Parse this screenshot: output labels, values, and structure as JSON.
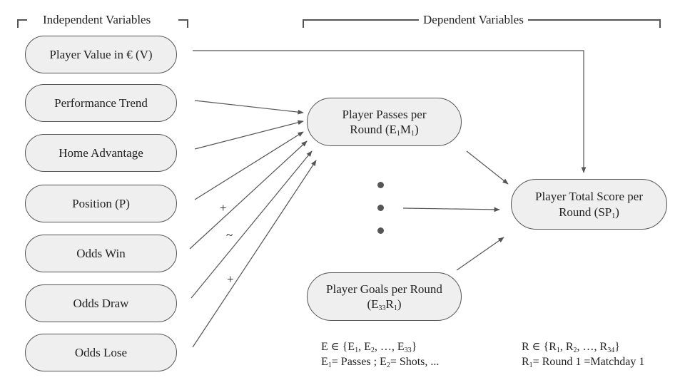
{
  "headers": {
    "independent": "Independent Variables",
    "dependent": "Dependent Variables"
  },
  "independent_variables": [
    "Player Value in € (V)",
    "Performance Trend",
    "Home Advantage",
    "Position (P)",
    "Odds Win",
    "Odds Draw",
    "Odds Lose"
  ],
  "signs": {
    "position": "+",
    "odds_win": "~",
    "odds_draw": "+"
  },
  "dependent_nodes": {
    "passes": {
      "line1": "Player Passes per",
      "line2_prefix": "Round (E",
      "sub1": "1",
      "mid": "M",
      "sub2": "1",
      "suffix": ")"
    },
    "goals": {
      "line1": "Player Goals per Round",
      "line2_prefix": "(E",
      "sub1": "33",
      "mid": "R",
      "sub2": "1",
      "suffix": ")"
    },
    "total": {
      "line1": "Player Total Score per",
      "line2_prefix": "Round (SP",
      "sub1": "1",
      "suffix": ")"
    }
  },
  "notes": {
    "e_set": {
      "prefix": "E ∈ {E",
      "s1": "1",
      "sep1": ", E",
      "s2": "2",
      "mid": ", …, E",
      "s3": "33",
      "suffix": "}"
    },
    "e_def": {
      "prefix": "E",
      "s1": "1",
      "mid": "= Passes ; E",
      "s2": "2",
      "suffix": "= Shots, ..."
    },
    "r_set": {
      "prefix": "R ∈ {R",
      "s1": "1",
      "sep1": ", R",
      "s2": "2",
      "mid": ", …, R",
      "s3": "34",
      "suffix": "}"
    },
    "r_def": {
      "prefix": "R",
      "s1": "1",
      "suffix": "= Round 1 =Matchday 1"
    }
  },
  "colors": {
    "node_fill": "#efefef",
    "stroke": "#555555"
  }
}
